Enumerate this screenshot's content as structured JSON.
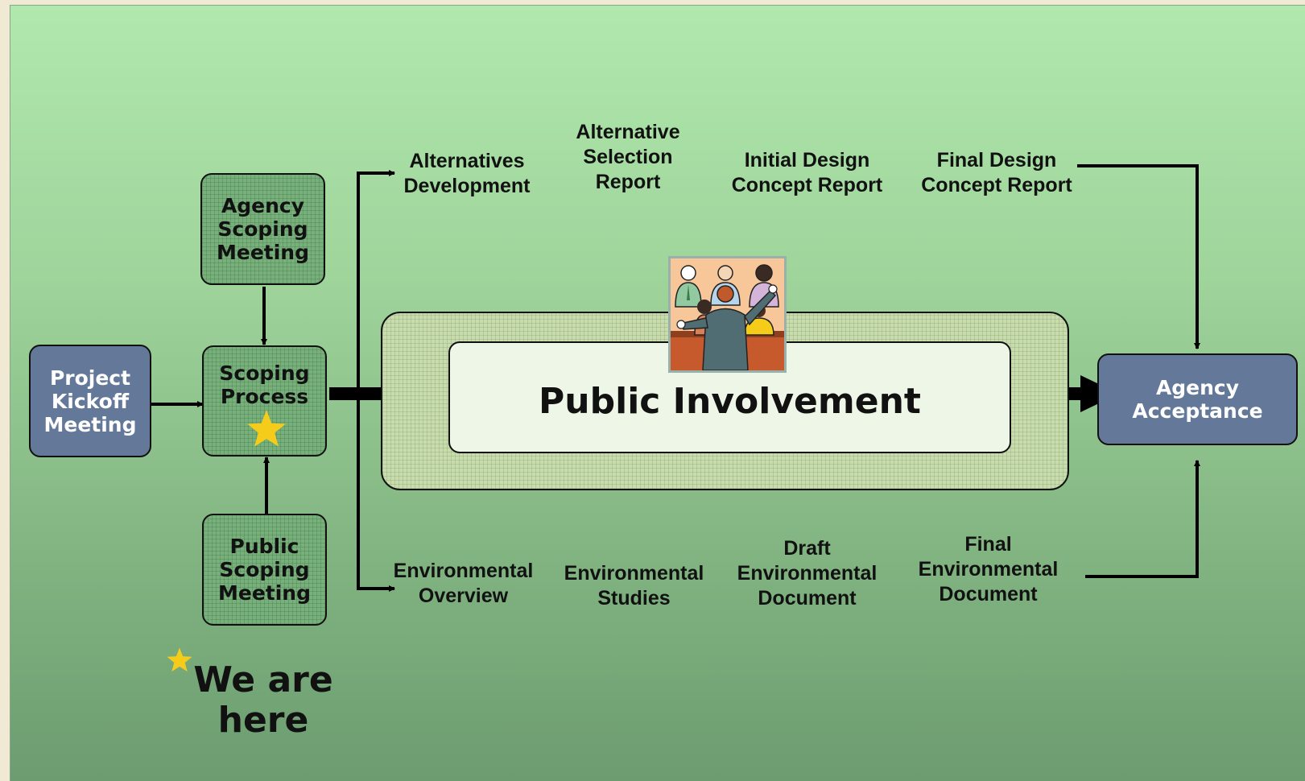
{
  "boxes": {
    "kickoff": "Project Kickoff Meeting",
    "agency_scoping": "Agency Scoping Meeting",
    "scoping_process": "Scoping Process",
    "public_scoping": "Public Scoping Meeting",
    "agency_acceptance": "Agency Acceptance"
  },
  "center": {
    "title": "Public Involvement"
  },
  "top_track": {
    "alternatives_development": "Alternatives Development",
    "alternative_selection_report": "Alternative Selection Report",
    "initial_design_concept_report": "Initial Design Concept Report",
    "final_design_concept_report": "Final Design Concept Report"
  },
  "bottom_track": {
    "environmental_overview": "Environmental Overview",
    "environmental_studies": "Environmental Studies",
    "draft_environmental_document": "Draft Environmental Document",
    "final_environmental_document": "Final Environmental Document"
  },
  "legend": {
    "here_text": "We are here"
  },
  "colors": {
    "green_box": "#77b07b",
    "blue_box": "#64799a",
    "star": "#f5cc1a",
    "background_top": "#b0e8ad",
    "background_bottom": "#6c9c70"
  },
  "icons": {
    "marker": "star-icon",
    "clipart": "meeting-people-clipart"
  }
}
